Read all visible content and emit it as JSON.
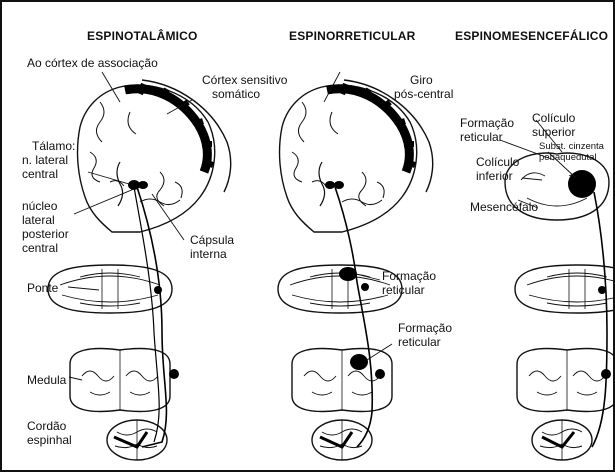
{
  "headers": {
    "col1": "ESPINOTALÂMICO",
    "col2": "ESPINORRETICULAR",
    "col3": "ESPINOMESENCEFÁLICO"
  },
  "labels": {
    "cortex_assoc": "Ao córtex de associação",
    "cortex_sens_1": "Córtex sensitivo",
    "cortex_sens_2": "somático",
    "talamo_1": "Tálamo:",
    "talamo_2": "n. lateral",
    "talamo_3": "central",
    "nucleo_1": "núcleo",
    "nucleo_2": "lateral",
    "nucleo_3": "posterior",
    "nucleo_4": "central",
    "capsula_1": "Cápsula",
    "capsula_2": "interna",
    "ponte": "Ponte",
    "medula": "Medula",
    "cordao_1": "Cordão",
    "cordao_2": "espinhal",
    "giro_1": "Giro",
    "giro_2": "pós-central",
    "form_ret_a1": "Formação",
    "form_ret_a2": "reticular",
    "form_ret_b1": "Formação",
    "form_ret_b2": "reticular",
    "form_ret_c1": "Formação",
    "form_ret_c2": "reticular",
    "coliculo_sup_1": "Colículo",
    "coliculo_sup_2": "superior",
    "coliculo_inf_1": "Colículo",
    "coliculo_inf_2": "inferior",
    "subst_1": "Subst. cinzenta",
    "subst_2": "periaquedutal",
    "mesencefalo": "Mesencéfalo"
  }
}
